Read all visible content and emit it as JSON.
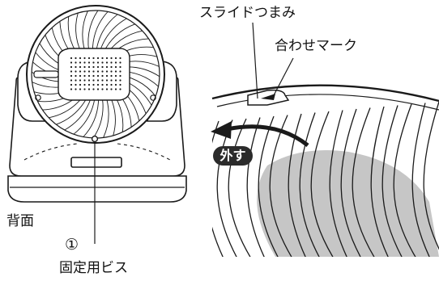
{
  "labels": {
    "back_view": "背面",
    "callout_number": "①",
    "fixing_screw": "固定用ビス",
    "slide_knob": "スライドつまみ",
    "alignment_mark": "合わせマーク",
    "remove": "外す"
  },
  "colors": {
    "line": "#1a1a1a",
    "shadow": "#c6c6c6",
    "pill": "#2b2b2b",
    "background": "#ffffff"
  },
  "icons": {
    "rotation_arrow": "curved-arrow-left-icon"
  }
}
